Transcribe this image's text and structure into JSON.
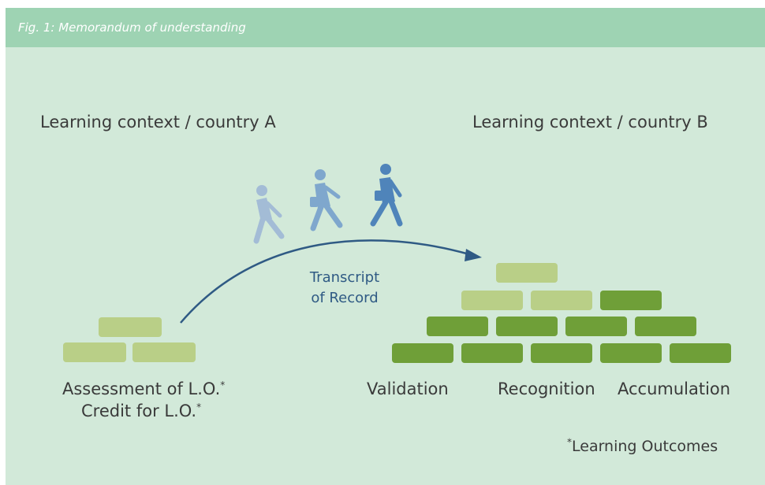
{
  "caption": "Fig. 1: Memorandum of understanding",
  "country_a_label": "Learning context / country A",
  "country_b_label": "Learning context / country B",
  "transcript_line1": "Transcript",
  "transcript_line2": "of Record",
  "assessment_text": "Assessment of L.O.",
  "credit_text": "Credit for L.O.",
  "asterisk": "*",
  "validation_label": "Validation",
  "recognition_label": "Recognition",
  "accumulation_label": "Accumulation",
  "footnote": "Learning Outcomes",
  "colors": {
    "caption_bar": "#9ed3b3",
    "background": "#d2e9d9",
    "light_brick": "#b9cf87",
    "dark_brick": "#6f9f38",
    "arrow": "#2f5a84",
    "walker_faded": "#a3bcd6",
    "walker_mid": "#7fa7cd",
    "walker_dark": "#4f84ba"
  }
}
